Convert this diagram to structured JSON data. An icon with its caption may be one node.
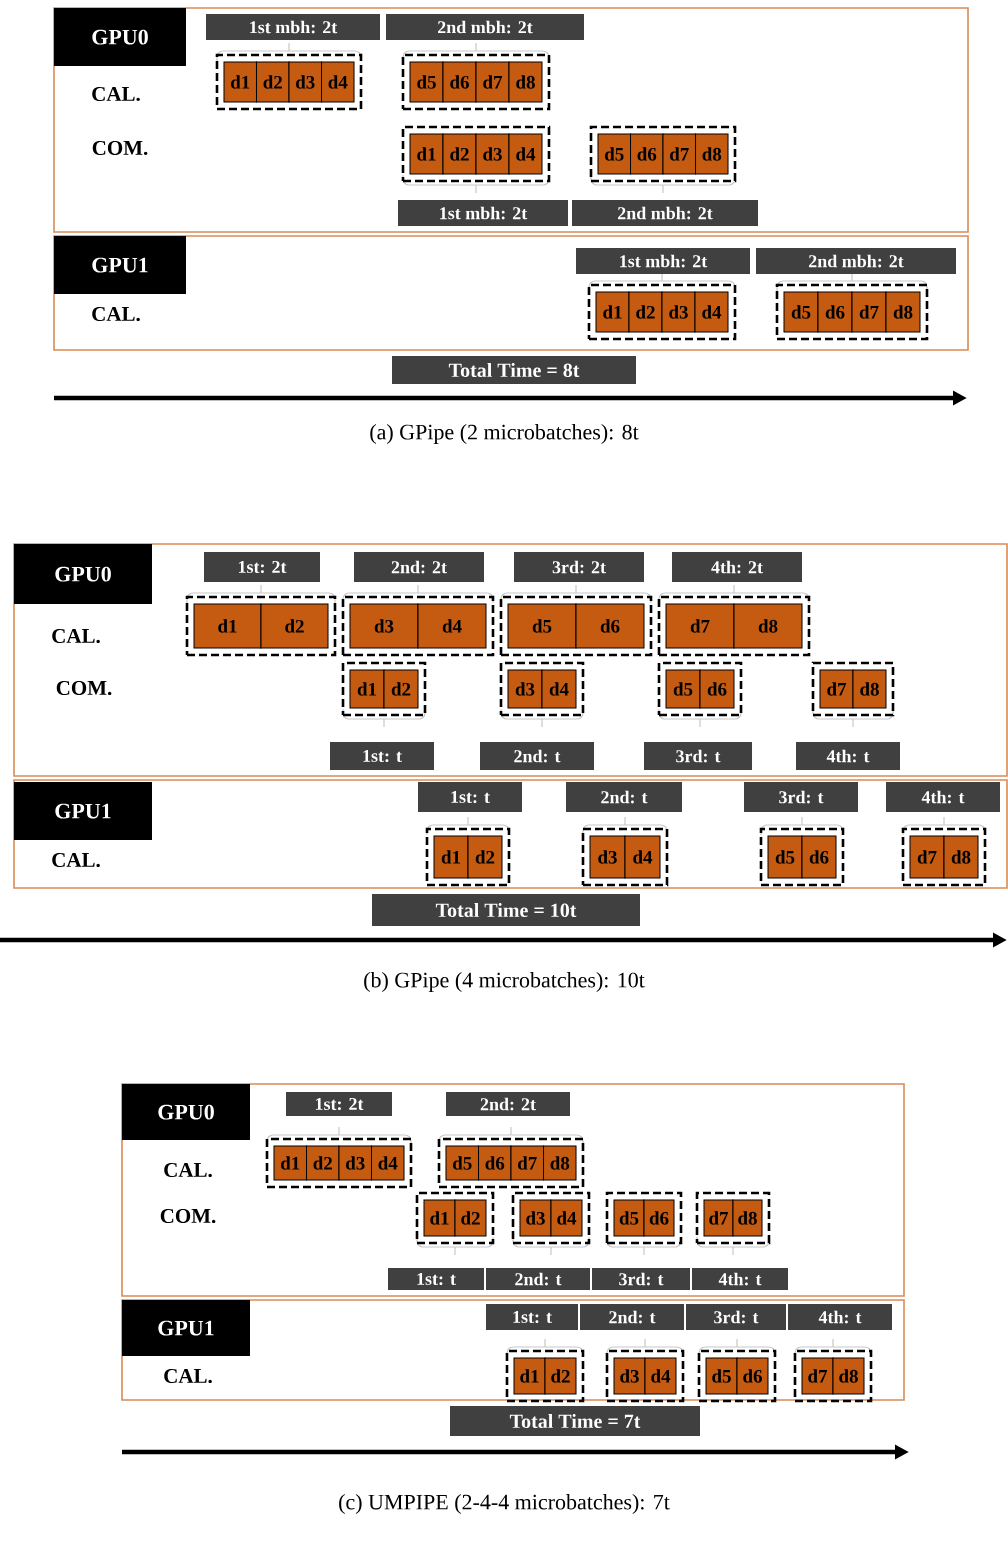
{
  "diagram": {
    "nodes": [
      {
        "text": [],
        "shape": "box"
      },
      {
        "text": [
          "GPU0"
        ],
        "in": 0
      },
      {
        "text": [
          "1st mbh: 2t"
        ],
        "in": 0
      },
      {
        "text": [
          "2nd mbh: 2t"
        ],
        "in": 0
      },
      {
        "text": [],
        "shape": "box",
        "in": 0
      },
      {
        "text": [
          "d1"
        ],
        "in": 4
      },
      {
        "text": [
          "d2"
        ],
        "in": 4
      },
      {
        "text": [
          "d3"
        ],
        "in": 4
      },
      {
        "text": [
          "d4"
        ],
        "in": 4
      },
      {
        "text": [],
        "shape": "box",
        "in": 0
      },
      {
        "text": [
          "d5"
        ],
        "in": 9
      },
      {
        "text": [
          "d6"
        ],
        "in": 9
      },
      {
        "text": [
          "d7"
        ],
        "in": 9
      },
      {
        "text": [
          "d8"
        ],
        "in": 9
      },
      {
        "text": [],
        "shape": "box",
        "in": 0
      },
      {
        "text": [
          "d1"
        ],
        "in": 14
      },
      {
        "text": [
          "d2"
        ],
        "in": 14
      },
      {
        "text": [
          "d3"
        ],
        "in": 14
      },
      {
        "text": [
          "d4"
        ],
        "in": 14
      },
      {
        "text": [],
        "shape": "box",
        "in": 0
      },
      {
        "text": [
          "d5"
        ],
        "in": 19
      },
      {
        "text": [
          "d6"
        ],
        "in": 19
      },
      {
        "text": [
          "d7"
        ],
        "in": 19
      },
      {
        "text": [
          "d8"
        ],
        "in": 19
      },
      {
        "text": [
          "1st mbh: 2t"
        ],
        "in": 0
      },
      {
        "text": [
          "2nd mbh: 2t"
        ],
        "in": 0
      },
      {
        "text": [],
        "shape": "box"
      },
      {
        "text": [
          "GPU1"
        ],
        "in": 26
      },
      {
        "text": [
          "1st mbh: 2t"
        ],
        "in": 26
      },
      {
        "text": [
          "2nd mbh: 2t"
        ],
        "in": 26
      },
      {
        "text": [],
        "shape": "box",
        "in": 26
      },
      {
        "text": [
          "d1"
        ],
        "in": 30
      },
      {
        "text": [
          "d2"
        ],
        "in": 30
      },
      {
        "text": [
          "d3"
        ],
        "in": 30
      },
      {
        "text": [
          "d4"
        ],
        "in": 30
      },
      {
        "text": [],
        "shape": "box",
        "in": 26
      },
      {
        "text": [
          "d5"
        ],
        "in": 35
      },
      {
        "text": [
          "d6"
        ],
        "in": 35
      },
      {
        "text": [
          "d7"
        ],
        "in": 35
      },
      {
        "text": [
          "d8"
        ],
        "in": 35
      },
      {
        "text": [
          "Total Time = 8t"
        ]
      },
      {
        "text": [],
        "shape": "box"
      },
      {
        "text": [
          "GPU0"
        ],
        "in": 41
      },
      {
        "text": [
          "1st: 2t"
        ],
        "in": 41
      },
      {
        "text": [
          "2nd: 2t"
        ],
        "in": 41
      },
      {
        "text": [
          "3rd: 2t"
        ],
        "in": 41
      },
      {
        "text": [
          "4th: 2t"
        ],
        "in": 41
      },
      {
        "text": [],
        "shape": "box",
        "in": 41
      },
      {
        "text": [
          "d1"
        ],
        "in": 47
      },
      {
        "text": [
          "d2"
        ],
        "in": 47
      },
      {
        "text": [],
        "shape": "box",
        "in": 41
      },
      {
        "text": [
          "d3"
        ],
        "in": 50
      },
      {
        "text": [
          "d4"
        ],
        "in": 50
      },
      {
        "text": [],
        "shape": "box",
        "in": 41
      },
      {
        "text": [
          "d5"
        ],
        "in": 53
      },
      {
        "text": [
          "d6"
        ],
        "in": 53
      },
      {
        "text": [],
        "shape": "box",
        "in": 41
      },
      {
        "text": [
          "d7"
        ],
        "in": 56
      },
      {
        "text": [
          "d8"
        ],
        "in": 56
      },
      {
        "text": [],
        "shape": "box",
        "in": 41
      },
      {
        "text": [
          "d1"
        ],
        "in": 59
      },
      {
        "text": [
          "d2"
        ],
        "in": 59
      },
      {
        "text": [],
        "shape": "box",
        "in": 41
      },
      {
        "text": [
          "d3"
        ],
        "in": 62
      },
      {
        "text": [
          "d4"
        ],
        "in": 62
      },
      {
        "text": [],
        "shape": "box",
        "in": 41
      },
      {
        "text": [
          "d5"
        ],
        "in": 65
      },
      {
        "text": [
          "d6"
        ],
        "in": 65
      },
      {
        "text": [],
        "shape": "box",
        "in": 41
      },
      {
        "text": [
          "d7"
        ],
        "in": 68
      },
      {
        "text": [
          "d8"
        ],
        "in": 68
      },
      {
        "text": [
          "1st: t"
        ],
        "in": 41
      },
      {
        "text": [
          "2nd: t"
        ],
        "in": 41
      },
      {
        "text": [
          "3rd: t"
        ],
        "in": 41
      },
      {
        "text": [
          "4th: t"
        ],
        "in": 41
      },
      {
        "text": [],
        "shape": "box"
      },
      {
        "text": [
          "GPU1"
        ],
        "in": 75
      },
      {
        "text": [
          "1st: t"
        ],
        "in": 75
      },
      {
        "text": [
          "2nd: t"
        ],
        "in": 75
      },
      {
        "text": [
          "3rd: t"
        ],
        "in": 75
      },
      {
        "text": [
          "4th: t"
        ],
        "in": 75
      },
      {
        "text": [],
        "shape": "box",
        "in": 75
      },
      {
        "text": [
          "d1"
        ],
        "in": 81
      },
      {
        "text": [
          "d2"
        ],
        "in": 81
      },
      {
        "text": [],
        "shape": "box",
        "in": 75
      },
      {
        "text": [
          "d3"
        ],
        "in": 84
      },
      {
        "text": [
          "d4"
        ],
        "in": 84
      },
      {
        "text": [],
        "shape": "box",
        "in": 75
      },
      {
        "text": [
          "d5"
        ],
        "in": 87
      },
      {
        "text": [
          "d6"
        ],
        "in": 87
      },
      {
        "text": [],
        "shape": "box",
        "in": 75
      },
      {
        "text": [
          "d7"
        ],
        "in": 90
      },
      {
        "text": [
          "d8"
        ],
        "in": 90
      },
      {
        "text": [
          "Total Time = 10t"
        ]
      },
      {
        "text": [],
        "shape": "box"
      },
      {
        "text": [
          "GPU0"
        ],
        "in": 94
      },
      {
        "text": [
          "1st: 2t"
        ],
        "in": 94
      },
      {
        "text": [
          "2nd: 2t"
        ],
        "in": 94
      },
      {
        "text": [],
        "shape": "box",
        "in": 94
      },
      {
        "text": [
          "d1"
        ],
        "in": 98
      },
      {
        "text": [
          "d2"
        ],
        "in": 98
      },
      {
        "text": [
          "d3"
        ],
        "in": 98
      },
      {
        "text": [
          "d4"
        ],
        "in": 98
      },
      {
        "text": [],
        "shape": "box",
        "in": 94
      },
      {
        "text": [
          "d5"
        ],
        "in": 103
      },
      {
        "text": [
          "d6"
        ],
        "in": 103
      },
      {
        "text": [
          "d7"
        ],
        "in": 103
      },
      {
        "text": [
          "d8"
        ],
        "in": 103
      },
      {
        "text": [],
        "shape": "box",
        "in": 94
      },
      {
        "text": [
          "d1"
        ],
        "in": 108
      },
      {
        "text": [
          "d2"
        ],
        "in": 108
      },
      {
        "text": [],
        "shape": "box",
        "in": 94
      },
      {
        "text": [
          "d3"
        ],
        "in": 111
      },
      {
        "text": [
          "d4"
        ],
        "in": 111
      },
      {
        "text": [],
        "shape": "box",
        "in": 94
      },
      {
        "text": [
          "d5"
        ],
        "in": 114
      },
      {
        "text": [
          "d6"
        ],
        "in": 114
      },
      {
        "text": [],
        "shape": "box",
        "in": 94
      },
      {
        "text": [
          "d7"
        ],
        "in": 117
      },
      {
        "text": [
          "d8"
        ],
        "in": 117
      },
      {
        "text": [
          "1st: t"
        ],
        "in": 94
      },
      {
        "text": [
          "2nd: t"
        ],
        "in": 94
      },
      {
        "text": [
          "3rd: t"
        ],
        "in": 94
      },
      {
        "text": [
          "4th: t"
        ],
        "in": 94
      },
      {
        "text": [],
        "shape": "box"
      },
      {
        "text": [
          "GPU1"
        ],
        "in": 124
      },
      {
        "text": [
          "1st: t"
        ],
        "in": 124
      },
      {
        "text": [
          "2nd: t"
        ],
        "in": 124
      },
      {
        "text": [
          "3rd: t"
        ],
        "in": 124
      },
      {
        "text": [
          "4th: t"
        ],
        "in": 124
      },
      {
        "text": [],
        "shape": "box",
        "in": 124
      },
      {
        "text": [
          "d1"
        ],
        "in": 130
      },
      {
        "text": [
          "d2"
        ],
        "in": 130
      },
      {
        "text": [],
        "shape": "box",
        "in": 124
      },
      {
        "text": [
          "d3"
        ],
        "in": 133
      },
      {
        "text": [
          "d4"
        ],
        "in": 133
      },
      {
        "text": [],
        "shape": "box",
        "in": 124
      },
      {
        "text": [
          "d5"
        ],
        "in": 136
      },
      {
        "text": [
          "d6"
        ],
        "in": 136
      },
      {
        "text": [],
        "shape": "box",
        "in": 124
      },
      {
        "text": [
          "d7"
        ],
        "in": 139
      },
      {
        "text": [
          "d8"
        ],
        "in": 139
      },
      {
        "text": [
          "Total Time = 7t"
        ]
      }
    ],
    "labels": [
      "CAL.",
      "COM.",
      "CAL.",
      "(a) GPipe (2 microbatches): 8t",
      "CAL.",
      "COM.",
      "CAL.",
      "(b) GPipe (4 microbatches): 10t",
      "CAL.",
      "COM.",
      "CAL.",
      "(c) UMPIPE (2-4-4 microbatches): 7t"
    ]
  }
}
